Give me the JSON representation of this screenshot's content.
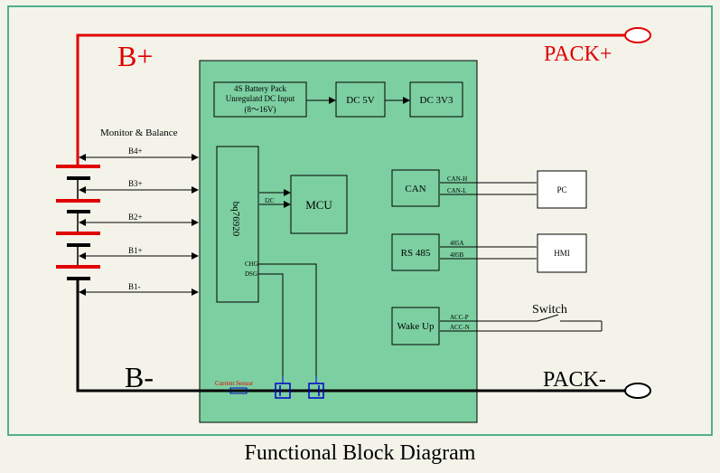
{
  "caption": "Functional Block Diagram",
  "rails": {
    "b_plus": "B+",
    "b_minus": "B-",
    "pack_plus": "PACK+",
    "pack_minus": "PACK-"
  },
  "monitor_label": "Monitor & Balance",
  "cell_taps": [
    "B4+",
    "B3+",
    "B2+",
    "B1+",
    "B1-"
  ],
  "blocks": {
    "battery_input": [
      "4S Battery Pack",
      "Unregulatd DC Input",
      "(8～16V)"
    ],
    "dc5v": "DC 5V",
    "dc3v3": "DC 3V3",
    "afe": "bq76920",
    "mcu": "MCU",
    "i2c": "I2C",
    "chg": "CHG",
    "dsg": "DSG",
    "can": "CAN",
    "rs485": "RS 485",
    "wakeup": "Wake Up"
  },
  "signals": {
    "can_h": "CAN-H",
    "can_l": "CAN-L",
    "rs485_a": "485A",
    "rs485_b": "485B",
    "acc_p": "ACC-P",
    "acc_n": "ACC-N"
  },
  "external": {
    "pc": "PC",
    "hmi": "HMI",
    "switch": "Switch"
  },
  "current_sensor": "Current Sensor",
  "colors": {
    "board_fill": "#7ccfa0",
    "frame_border": "#1a9a70",
    "positive_rail": "#e00000",
    "negative_rail": "#000000",
    "mosfet": "#0000cc"
  }
}
